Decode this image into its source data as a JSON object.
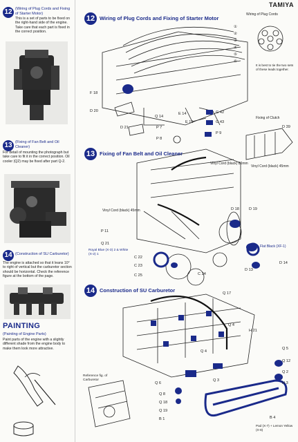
{
  "brand": "TAMIYA",
  "left": {
    "s12": {
      "num": "12",
      "title": "(Wiring of Plug Cords and Fixing of Starter Motor)",
      "text": "This is a set of parts to be fixed on the right-hand side of the engine. Take care that each part is fixed in the correct position."
    },
    "s13": {
      "num": "13",
      "title": "(Fixing of Fan Belt and Oil Cleaner)",
      "text": "For detail of mounting the photograph but take care to fit it in the correct position. Oil cooler (Q2) may be fixed after part Q-2."
    },
    "s14": {
      "num": "14",
      "title": "(Construction of SU Carburetor)",
      "text": "The engine is attached so that it leans 10° to right of vertical but the carburetor section should be horizontal. Check the reference figure at the bottom of the page."
    },
    "painting": {
      "heading": "PAINTING",
      "title": "(Painting of Engine Parts)",
      "text": "Paint parts of the engine with a slightly different shade from the engine body to make them look more attractive."
    }
  },
  "right": {
    "s12": {
      "num": "12",
      "title": "Wiring of Plug Cords and Fixing of Starter Motor",
      "inset_title": "Wiring of Plug Cords",
      "inset_note": "It is best to tie the two sets of these leads together.",
      "clutch_title": "Fixing of Clutch",
      "labels": [
        "①",
        "②",
        "③",
        "④",
        "⑤",
        "⑥",
        "F 18",
        "D 20",
        "D 21",
        "P 7",
        "P 8",
        "Q 14",
        "E 14",
        "E 15",
        "G 42",
        "G 43",
        "P 9",
        "D 39"
      ]
    },
    "s13": {
      "num": "13",
      "title": "Fixing of Fan Belt and Oil Cleaner",
      "cord1": "Vinyl Cord (black) 80mm",
      "cord2": "Vinyl Cord (black) 45mm",
      "cord3": "Vinyl Cord (black) 45mm",
      "tyre": "Royal Blue (X-3) 2 & White (X-2) 1",
      "flat_black": "Flat Black (XF-1)",
      "labels": [
        "P 11",
        "Q 21",
        "C 22",
        "C 23",
        "C 25",
        "C 24",
        "D 18",
        "D 19",
        "D 13",
        "D 14"
      ]
    },
    "s14": {
      "num": "14",
      "title": "Construction of SU Carburetor",
      "reference": "Reference fig. of Carburetor",
      "tape": "Pad (X-7) + Lemon Yellow (X-8)",
      "labels": [
        "Q 17",
        "Q 4",
        "Q 4",
        "H 21",
        "Q 5",
        "Q 12",
        "Q 2",
        "H 3",
        "Q 3",
        "Q 18",
        "Q 19",
        "B 1",
        "B 4",
        "Q 6",
        "Q 8"
      ]
    }
  },
  "colors": {
    "accent": "#1a2a8a",
    "line": "#222222"
  }
}
